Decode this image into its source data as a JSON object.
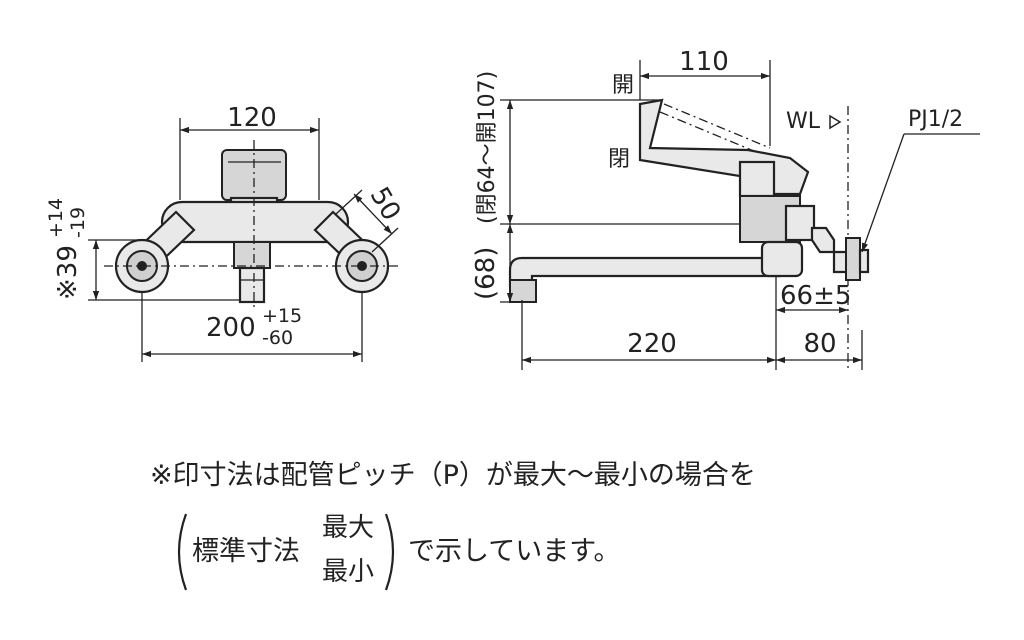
{
  "front_view": {
    "width_dim": "120",
    "arm_dim": "50",
    "height_dim_base": "※39",
    "height_dim_plus": "+14",
    "height_dim_minus": "-19",
    "pitch_dim_base": "200",
    "pitch_dim_plus": "+15",
    "pitch_dim_minus": "-60"
  },
  "side_view": {
    "lever_reach_dim": "110",
    "open_top_label": "開",
    "closed_label": "閉",
    "height_range_label": "(閉64～開107)",
    "spout_height_label": "(68)",
    "water_level_label": "WL",
    "thread_label": "PJ1/2",
    "wall_offset_dim": "66±5",
    "spout_length_dim": "220",
    "wall_dim": "80"
  },
  "notes": {
    "line1": "※印寸法は配管ピッチ（P）が最大～最小の場合を",
    "bracket_prefix": "標準寸法",
    "bracket_top": "最大",
    "bracket_bottom": "最小",
    "line2_suffix": "で示しています。"
  }
}
